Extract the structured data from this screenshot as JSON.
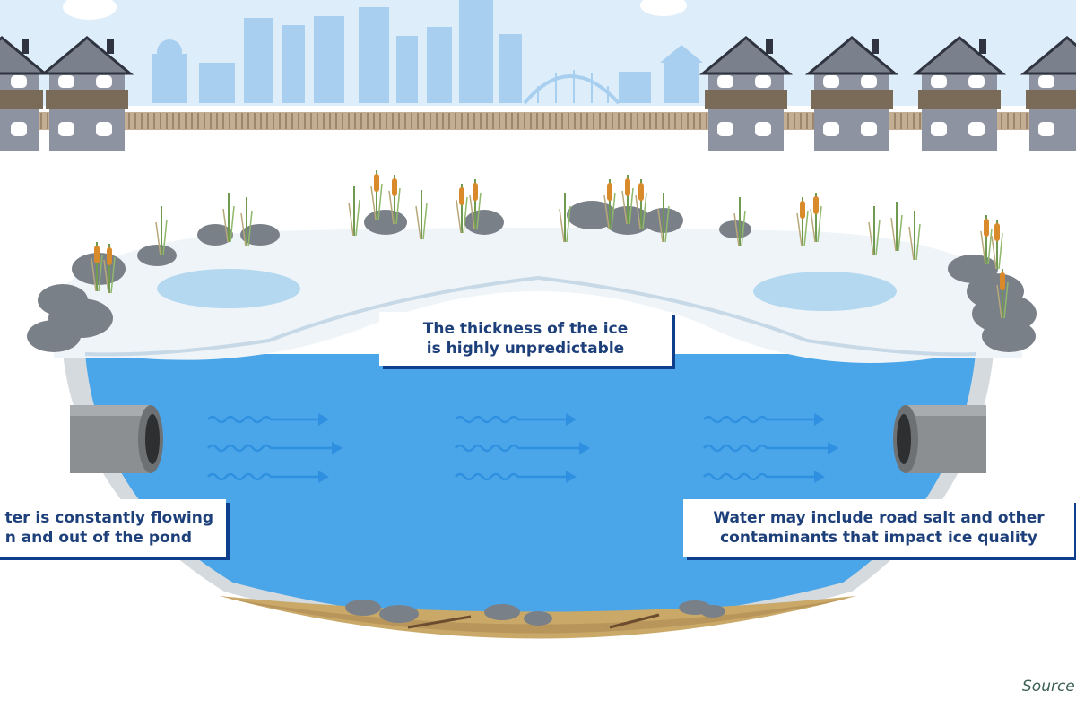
{
  "callouts": {
    "ice_thickness": [
      "The thickness of the ice",
      "is highly unpredictable"
    ],
    "water_flowing": [
      "ter is constantly flowing",
      "n and out of the pond"
    ],
    "road_salt": [
      "Water may include road salt and other",
      "contaminants that impact ice quality"
    ]
  },
  "source": "Source",
  "colors": {
    "sky": "#ddeefa",
    "skyline": "#a9cff0",
    "water": "#4aa6e8",
    "ice": "#eef4f8",
    "fence": "#a8927a",
    "house": "#8d93a0",
    "callout_text": "#1d3f7a",
    "arrow": "#2f8fe0",
    "sediment": "#c9a868"
  }
}
